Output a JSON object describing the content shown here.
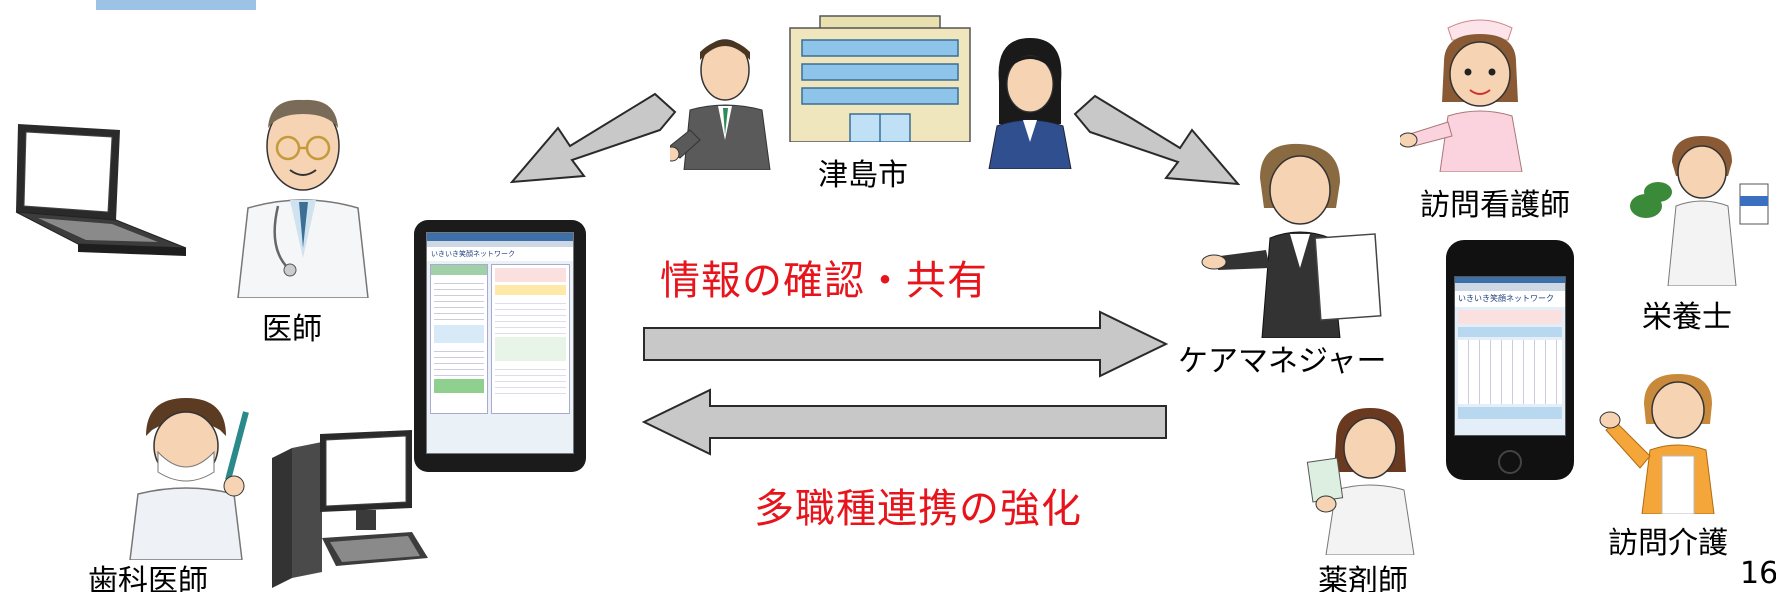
{
  "labels": {
    "tsushima_city": "津島市",
    "doctor": "医師",
    "dentist": "歯科医師",
    "visiting_nurse": "訪問看護師",
    "nutritionist": "栄養士",
    "care_manager": "ケアマネジャー",
    "pharmacist": "薬剤師",
    "home_care": "訪問介護"
  },
  "arrows": {
    "top_label": "情報の確認・共有",
    "bottom_label": "多職種連携の強化"
  },
  "device_screens": {
    "tablet_title": "いきいき笑顔ネットワーク",
    "phone_title": "いきいき笑顔ネットワーク"
  },
  "slide_number": "16",
  "colors": {
    "label_red": "#e8141b",
    "arrow_fill": "#c8c8c8",
    "arrow_stroke": "#2a2a2a"
  }
}
